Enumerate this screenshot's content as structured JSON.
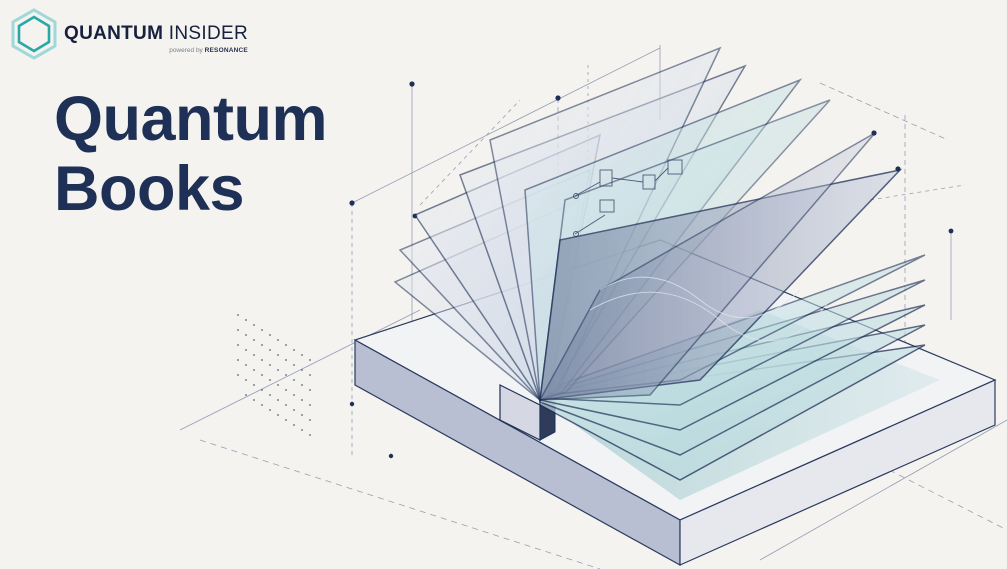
{
  "header": {
    "logo_icon": "hexagon-icon",
    "brand_bold": "QUANTUM",
    "brand_light": "INSIDER",
    "powered_prefix": "powered by",
    "powered_brand": "RESONANCE"
  },
  "hero": {
    "title_line1": "Quantum",
    "title_line2": "Books"
  },
  "illustration": {
    "subject": "isometric-open-book-blueprint",
    "colors": {
      "background": "#f4f3ef",
      "navy": "#1e3056",
      "line": "#2b3a5e",
      "teal": "#a9d3d6",
      "slate": "#aeb4c8"
    }
  }
}
